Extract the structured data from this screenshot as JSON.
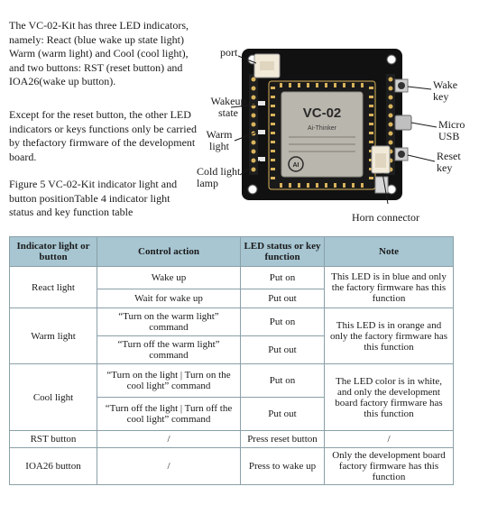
{
  "intro": {
    "paragraph_1": "The VC-02-Kit has three LED indicators, namely: React (blue wake up state light) Warm (warm light) and Cool (cool light), and two buttons: RST (reset button) and IOA26(wake up button).",
    "paragraph_2": "Except for the reset button, the other LED indicators or keys functions only be carried by thefactory firmware of the development board.",
    "paragraph_3": "Figure 5 VC-02-Kit indicator light and button positionTable 4 indicator light status and key function table"
  },
  "figure": {
    "labels": {
      "port": "port",
      "wakeup_state": "Wakeup state",
      "warm_light": "Warm light",
      "cold_light": "Cold light lamp",
      "wake_key": "Wake key",
      "micro_usb": "Micro USB",
      "reset_key": "Reset key",
      "horn": "Horn connector"
    },
    "module": {
      "model": "VC-02",
      "brand": "Ai-Thinker",
      "logo": "AI"
    },
    "colors": {
      "pcb": "#111111",
      "module_shield": "#b9b6ad",
      "connector": "#f2ead9",
      "pins": "#d8b35c"
    }
  },
  "table": {
    "headers": [
      "Indicator light or button",
      "Control action",
      "LED status or key function",
      "Note"
    ],
    "react": {
      "name": "React light",
      "rows": [
        {
          "action": "Wake up",
          "status": "Put on"
        },
        {
          "action": "Wait for wake up",
          "status": "Put out"
        }
      ],
      "note": "This LED is in blue and only the factory firmware has this function"
    },
    "warm": {
      "name": "Warm light",
      "rows": [
        {
          "action": "“Turn on the warm light” command",
          "status": "Put on"
        },
        {
          "action": "“Turn off the warm light” command",
          "status": "Put out"
        }
      ],
      "note": "This LED is in orange and only the factory firmware has this function"
    },
    "cool": {
      "name": "Cool light",
      "rows": [
        {
          "action": "“Turn on the light | Turn on the cool light” command",
          "status": "Put on"
        },
        {
          "action": "“Turn off the light | Turn off the cool light” command",
          "status": "Put out"
        }
      ],
      "note": "The LED color is in white, and only the development board factory firmware has this function"
    },
    "rst": {
      "name": "RST button",
      "action": "/",
      "status": "Press reset button",
      "note": "/"
    },
    "ioa26": {
      "name": "IOA26 button",
      "action": "/",
      "status": "Press to wake up",
      "note": "Only the development board factory firmware has this function"
    },
    "colors": {
      "header_bg": "#a7c6d2",
      "border": "#8aa0a8"
    }
  }
}
